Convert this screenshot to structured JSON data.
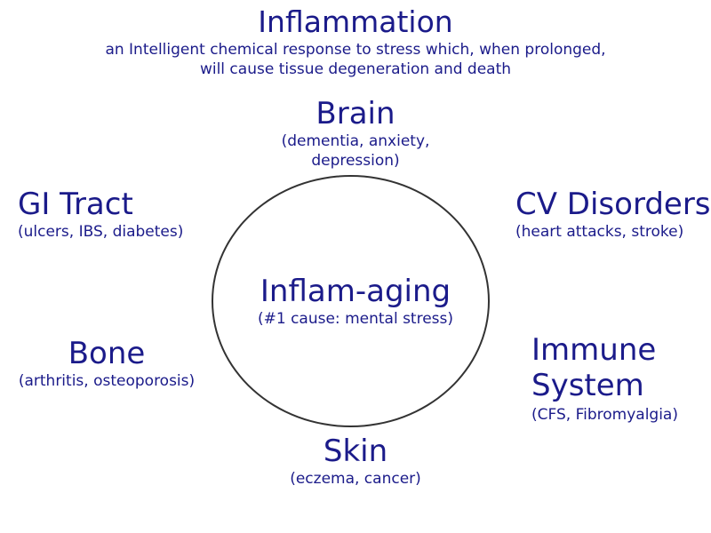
{
  "title": {
    "heading": "Inflammation",
    "line1": "an Intelligent chemical response to stress which, when prolonged,",
    "line2": "will cause tissue degeneration and death"
  },
  "brain": {
    "heading": "Brain",
    "line1": "(dementia, anxiety,",
    "line2": "depression)"
  },
  "gi_tract": {
    "heading": "GI Tract",
    "detail": "(ulcers, IBS, diabetes)"
  },
  "cv_disorders": {
    "heading": "CV Disorders",
    "detail": "(heart attacks, stroke)"
  },
  "center": {
    "heading": "Inflam-aging",
    "detail": "(#1 cause: mental stress)"
  },
  "bone": {
    "heading": "Bone",
    "detail": "(arthritis, osteoporosis)"
  },
  "immune_system": {
    "heading_line1": "Immune",
    "heading_line2": "System",
    "detail": "(CFS, Fibromyalgia)"
  },
  "skin": {
    "heading": "Skin",
    "detail": "(eczema, cancer)"
  },
  "colors": {
    "text": "#1b1b8a",
    "circle_stroke": "#333333",
    "background": "#ffffff"
  }
}
